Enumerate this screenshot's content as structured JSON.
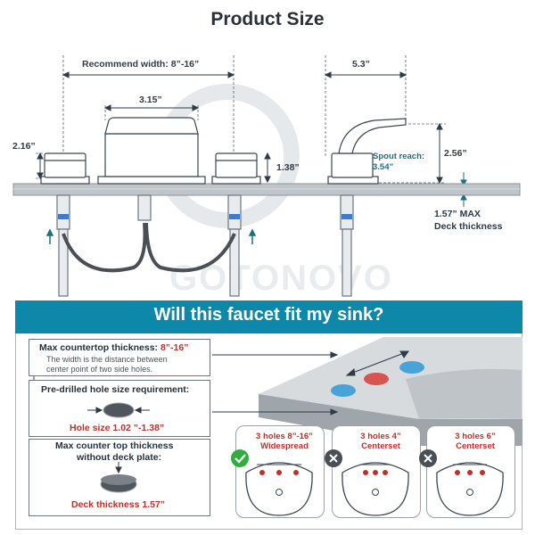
{
  "title": "Product Size",
  "watermark": "GOTONOVO",
  "dims": {
    "recommend_width": "Recommend width: 8”-16”",
    "body_width": "3.15”",
    "handle_height": "2.16”",
    "handle_base": "1.38”",
    "spout_length": "5.3”",
    "spout_height": "2.56”",
    "spout_reach_label": "Spout reach:",
    "spout_reach_value": "3.54”",
    "deck_max": "1.57” MAX",
    "deck_label": "Deck thickness"
  },
  "panel": {
    "banner": "Will this faucet fit my sink?",
    "box1": {
      "head": "Max countertop thickness: ",
      "head_red": "8”-16”",
      "line1": "The width is the distance between",
      "line2": "center point of two side holes."
    },
    "box2": {
      "head": "Pre-drilled hole size requirement:",
      "red": "Hole size 1.02 ”-1.38”"
    },
    "box3": {
      "line1": "Max counter top thickness",
      "line2": "without deck plate:",
      "red": "Deck thickness 1.57”"
    },
    "options": [
      {
        "line1": "3 holes 8”-16”",
        "line2": "Widespread",
        "status": "check"
      },
      {
        "line1": "3 holes 4”",
        "line2": "Centerset",
        "status": "cross"
      },
      {
        "line1": "3 holes 6”",
        "line2": "Centerset",
        "status": "cross"
      }
    ]
  },
  "colors": {
    "accent": "#0d88a8",
    "red": "#c0302b",
    "check": "#2fae3d",
    "hole_red": "#d9534f",
    "hole_blue": "#4aa3d8"
  }
}
